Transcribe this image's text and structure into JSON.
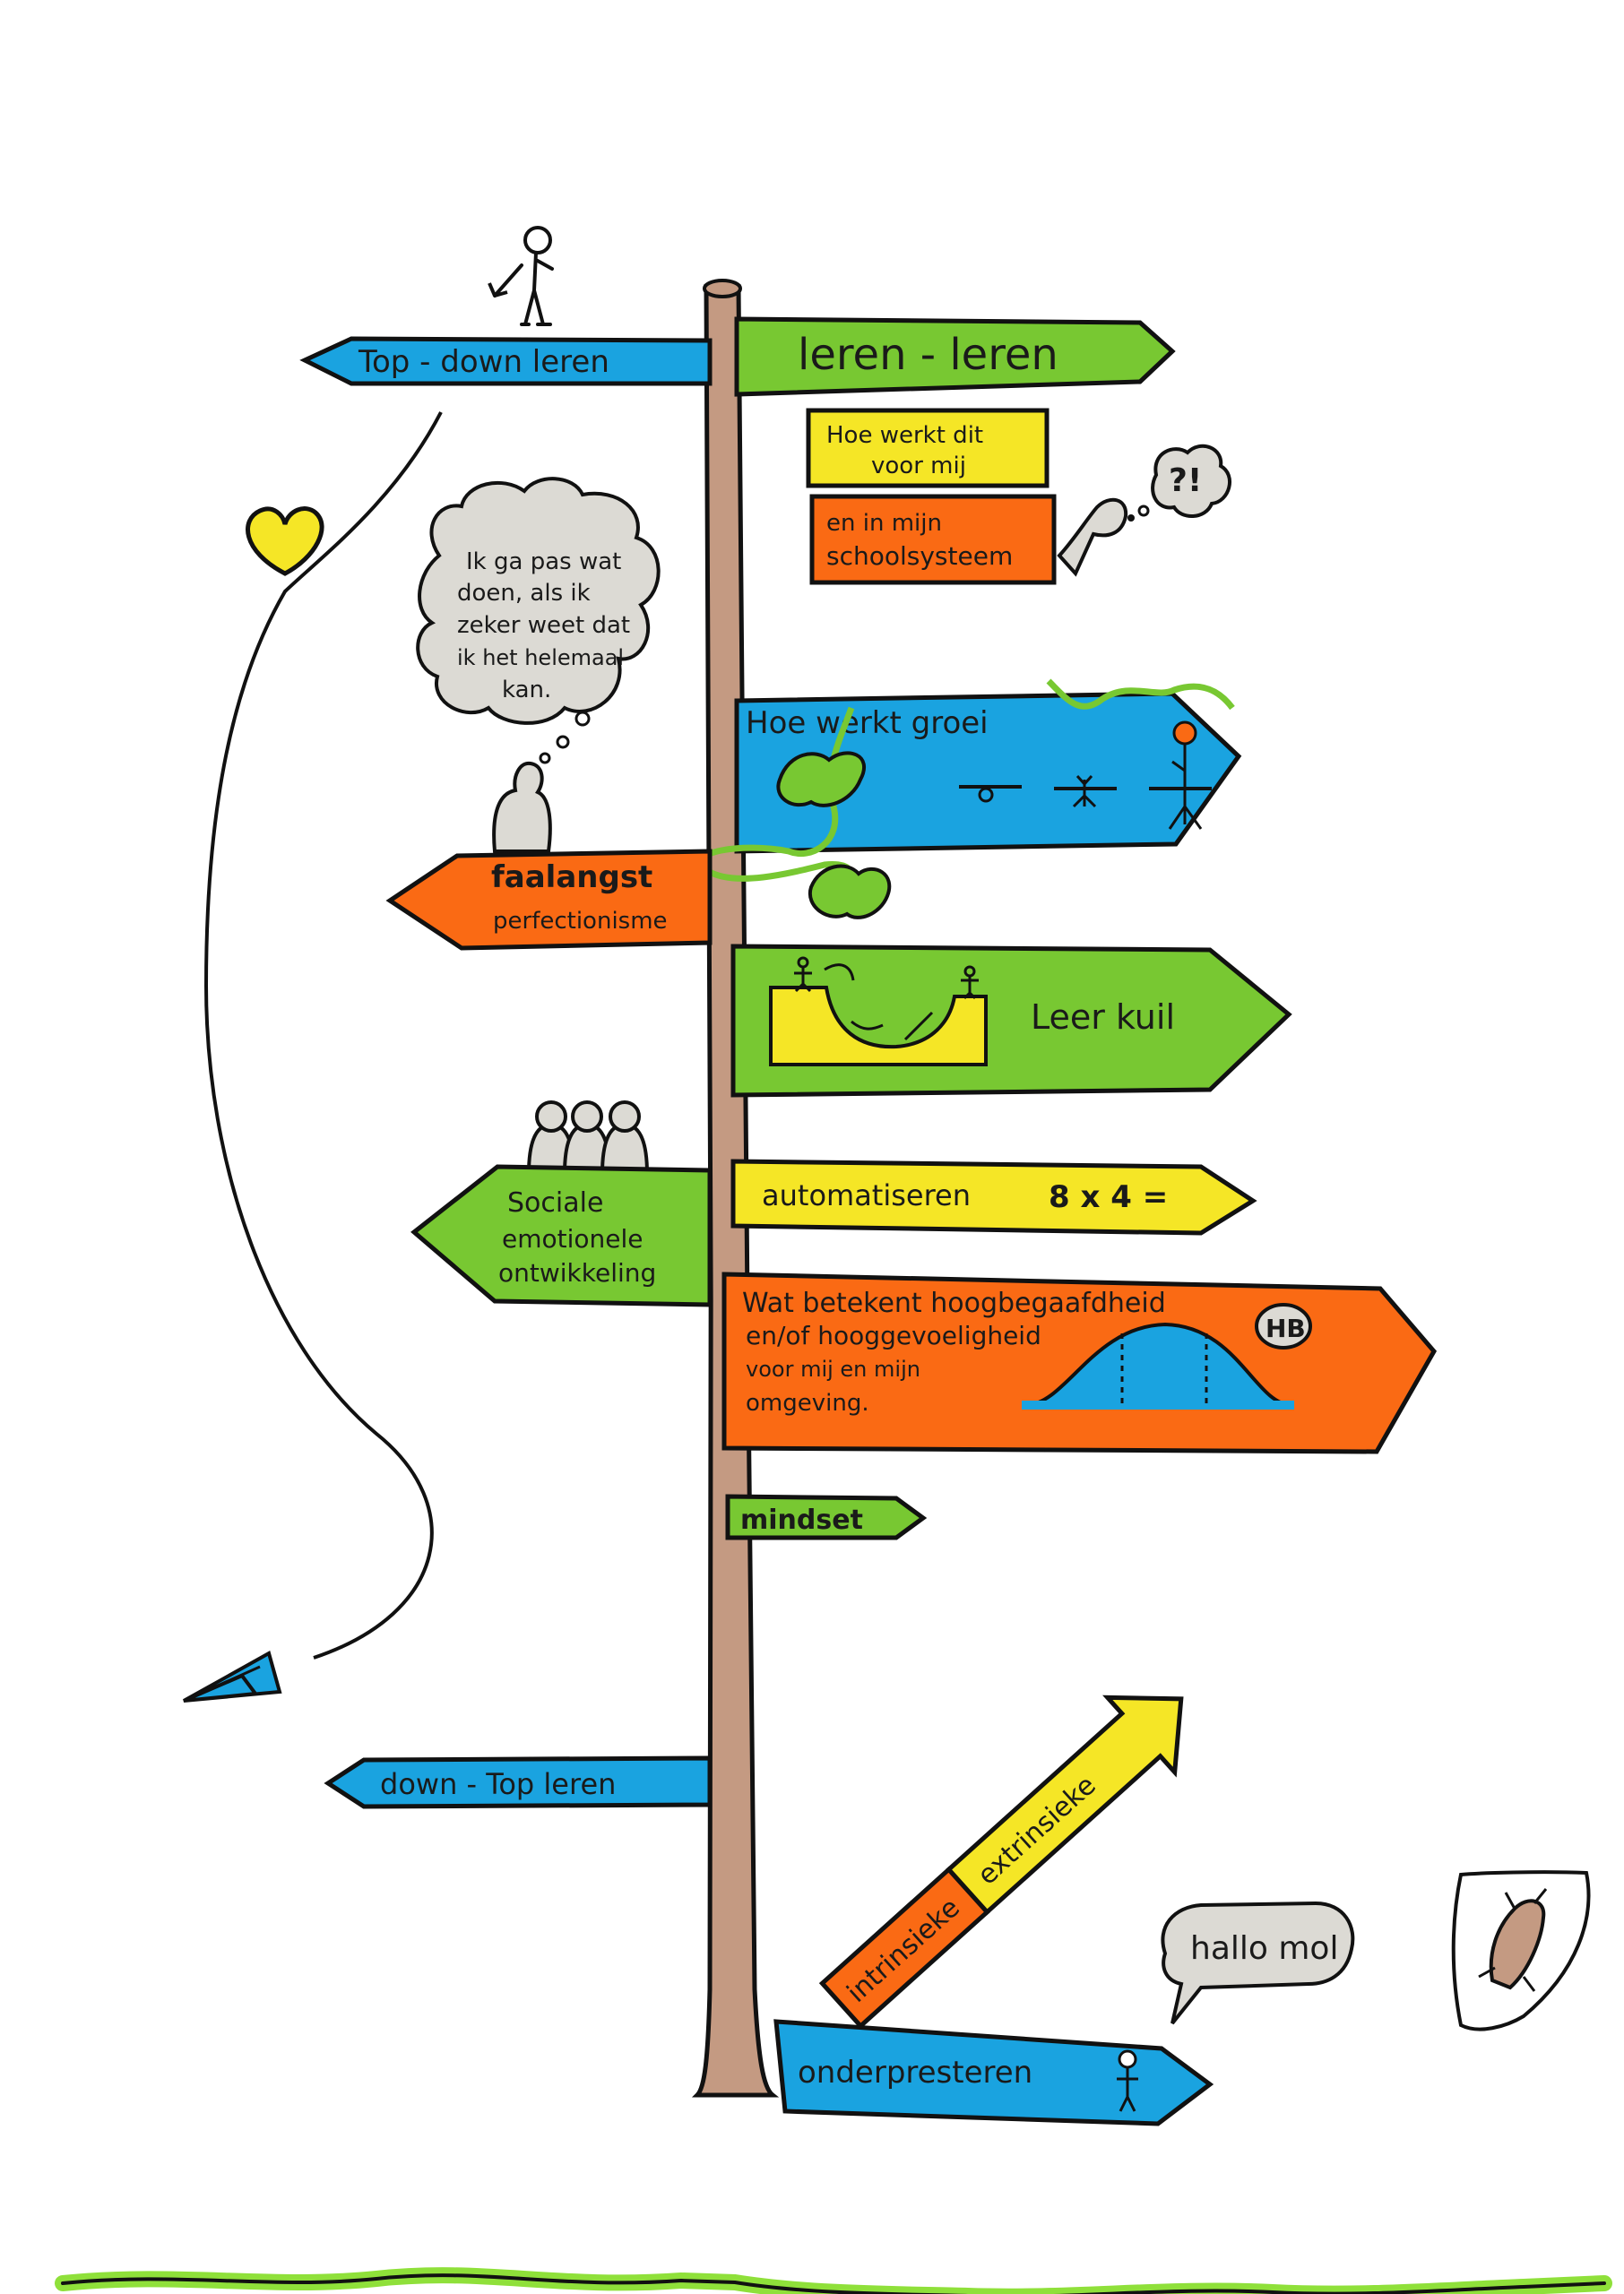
{
  "colors": {
    "blue": "#1aa3e0",
    "green": "#78c832",
    "yellow": "#f5e626",
    "orange": "#fa6a14",
    "pole": "#c49a82",
    "grass": "#8fe03a",
    "gray": "#dcdad4"
  },
  "signs": {
    "top_down": "Top - down  leren",
    "leren_leren": "leren - leren",
    "hoe_werkt_line1": "Hoe  werkt dit",
    "hoe_werkt_line2": "voor mij",
    "school_line1": "en  in   mijn",
    "school_line2": "schoolsysteem",
    "groei": "Hoe   werkt  groei",
    "faalangst": "faalangst",
    "perfectionisme": "perfectionisme",
    "leerkuil": "Leer kuil",
    "sociaal_line1": "Sociale",
    "sociaal_line2": "emotionele",
    "sociaal_line3": "ontwikkeling",
    "automatiseren": "automatiseren",
    "multiplication": "8 x 4 =",
    "hb_line1": "Wat  betekent  hoogbegaafdheid",
    "hb_line2": "en/of  hooggevoeligheid",
    "hb_line3": "voor mij  en  mijn",
    "hb_line4": "omgeving.",
    "hb_badge": "HB",
    "mindset": "mindset",
    "down_top": "down - Top  leren",
    "extrinsieke": "extrinsieke",
    "intrinsieke": "intrinsieke",
    "onderpresteren": "onderpresteren"
  },
  "bubbles": {
    "thought_line1": "Ik  ga pas wat",
    "thought_line2": "doen, als ik",
    "thought_line3": "zeker weet dat",
    "thought_line4": "ik het helemaal",
    "thought_line5": "kan.",
    "question": "?!",
    "mole": "hallo  mol"
  },
  "icons": [
    "stick-figure-icon",
    "heart-icon",
    "paper-plane-icon",
    "seedling-icon",
    "flower-icon",
    "ivy-leaf-icon",
    "bell-curve-icon",
    "mole-icon"
  ]
}
